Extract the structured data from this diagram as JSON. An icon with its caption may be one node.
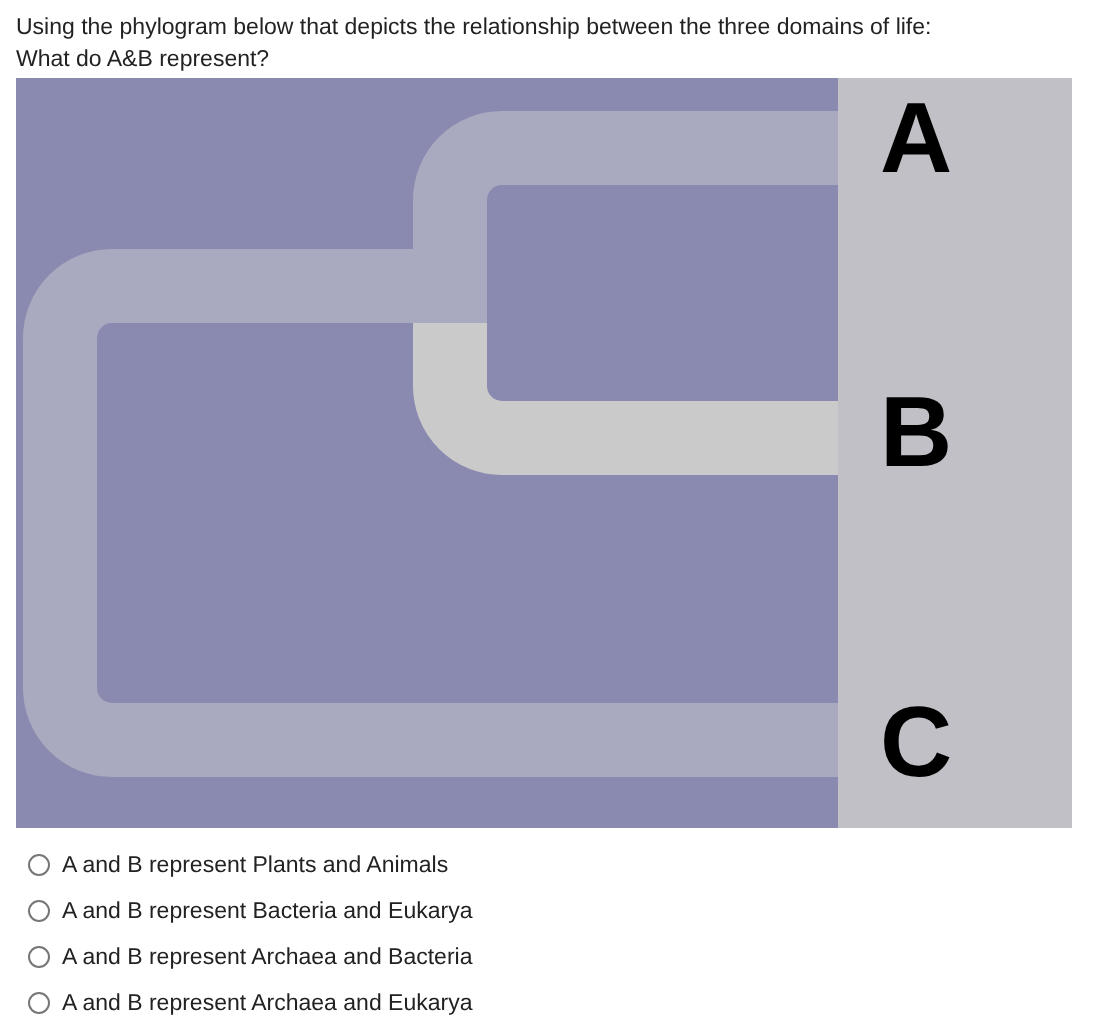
{
  "diagram": {
    "title": "Using the phylogram below that depicts the relationship between the three domains of life:",
    "nodes": [
      {
        "text": [
          "A"
        ]
      },
      {
        "text": [
          "B"
        ]
      },
      {
        "text": [
          "C"
        ]
      }
    ],
    "edges": [
      {
        "from": 0,
        "to": 2,
        "arrow": "none"
      },
      {
        "from": null,
        "to": 1,
        "arrow": "none",
        "color": "#cacaca"
      }
    ],
    "labels": [
      "What do A&B represent?",
      "A and B represent Plants and Animals",
      "A and B represent Bacteria and Eukarya",
      "A and B represent Archaea and Bacteria",
      "A and B represent Archaea and Eukarya"
    ]
  }
}
